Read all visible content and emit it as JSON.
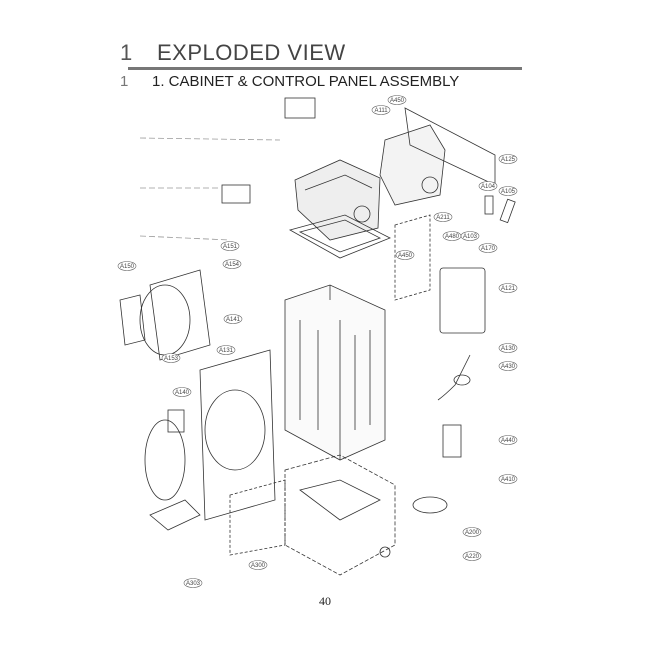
{
  "header": {
    "section_number": "1",
    "section_title": "EXPLODED VIEW",
    "subsection_number": "1",
    "subsection_title": "1. CABINET & CONTROL PANEL ASSEMBLY"
  },
  "callouts": [
    "A450",
    "A111",
    "A125",
    "A104",
    "A105",
    "A211",
    "A480",
    "A103",
    "A170",
    "A450",
    "A121",
    "A130",
    "A430",
    "A440",
    "A410",
    "A200",
    "A220",
    "A150",
    "A151",
    "A154",
    "A141",
    "A131",
    "A153",
    "A140",
    "A300",
    "A303"
  ],
  "page_number": "40"
}
